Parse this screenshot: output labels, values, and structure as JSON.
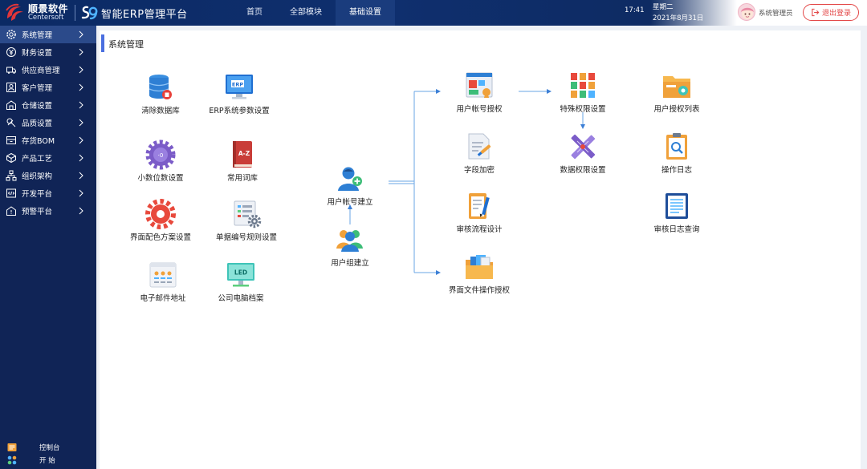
{
  "header": {
    "logo_cn": "顺景软件",
    "logo_en": "Centersoft",
    "app_title": "智能ERP管理平台",
    "nav": [
      {
        "label": "首页",
        "active": false
      },
      {
        "label": "全部模块",
        "active": false
      },
      {
        "label": "基础设置",
        "active": true
      }
    ],
    "time": "17:41",
    "weekday": "星期二",
    "date": "2021年8月31日",
    "user_name": "系统管理员",
    "logout_label": "退出登录"
  },
  "sidebar": {
    "items": [
      {
        "label": "系统管理",
        "icon": "gear-icon",
        "active": true
      },
      {
        "label": "财务设置",
        "icon": "finance-icon",
        "active": false
      },
      {
        "label": "供应商管理",
        "icon": "supplier-icon",
        "active": false
      },
      {
        "label": "客户管理",
        "icon": "customer-icon",
        "active": false
      },
      {
        "label": "仓储设置",
        "icon": "warehouse-icon",
        "active": false
      },
      {
        "label": "品质设置",
        "icon": "quality-icon",
        "active": false
      },
      {
        "label": "存货BOM",
        "icon": "inventory-icon",
        "active": false
      },
      {
        "label": "产品工艺",
        "icon": "process-icon",
        "active": false
      },
      {
        "label": "组织架构",
        "icon": "org-icon",
        "active": false
      },
      {
        "label": "开发平台",
        "icon": "dev-icon",
        "active": false
      },
      {
        "label": "预警平台",
        "icon": "alert-icon",
        "active": false
      }
    ],
    "bottom": [
      {
        "label": "控制台",
        "icon": "console-icon"
      },
      {
        "label": "开  始",
        "icon": "start-icon"
      }
    ]
  },
  "main": {
    "section_title": "系统管理",
    "tiles": {
      "clear_db": "清除数据库",
      "erp_params": "ERP系统参数设置",
      "decimal": "小数位数设置",
      "glossary": "常用词库",
      "color_scheme": "界面配色方案设置",
      "doc_number": "单据编号规则设置",
      "email": "电子邮件地址",
      "computer": "公司电脑档案",
      "user_account": "用户帐号建立",
      "user_group": "用户组建立",
      "account_auth": "用户帐号授权",
      "field_encrypt": "字段加密",
      "audit_flow": "审核流程设计",
      "ui_file_auth": "界面文件操作授权",
      "special_perm": "特殊权限设置",
      "data_perm": "数据权限设置",
      "auth_list": "用户授权列表",
      "op_log": "操作日志",
      "audit_log": "审核日志查询"
    },
    "icon_text": {
      "erp": "ERP",
      "az": "A-Z",
      "led": "LED"
    }
  }
}
